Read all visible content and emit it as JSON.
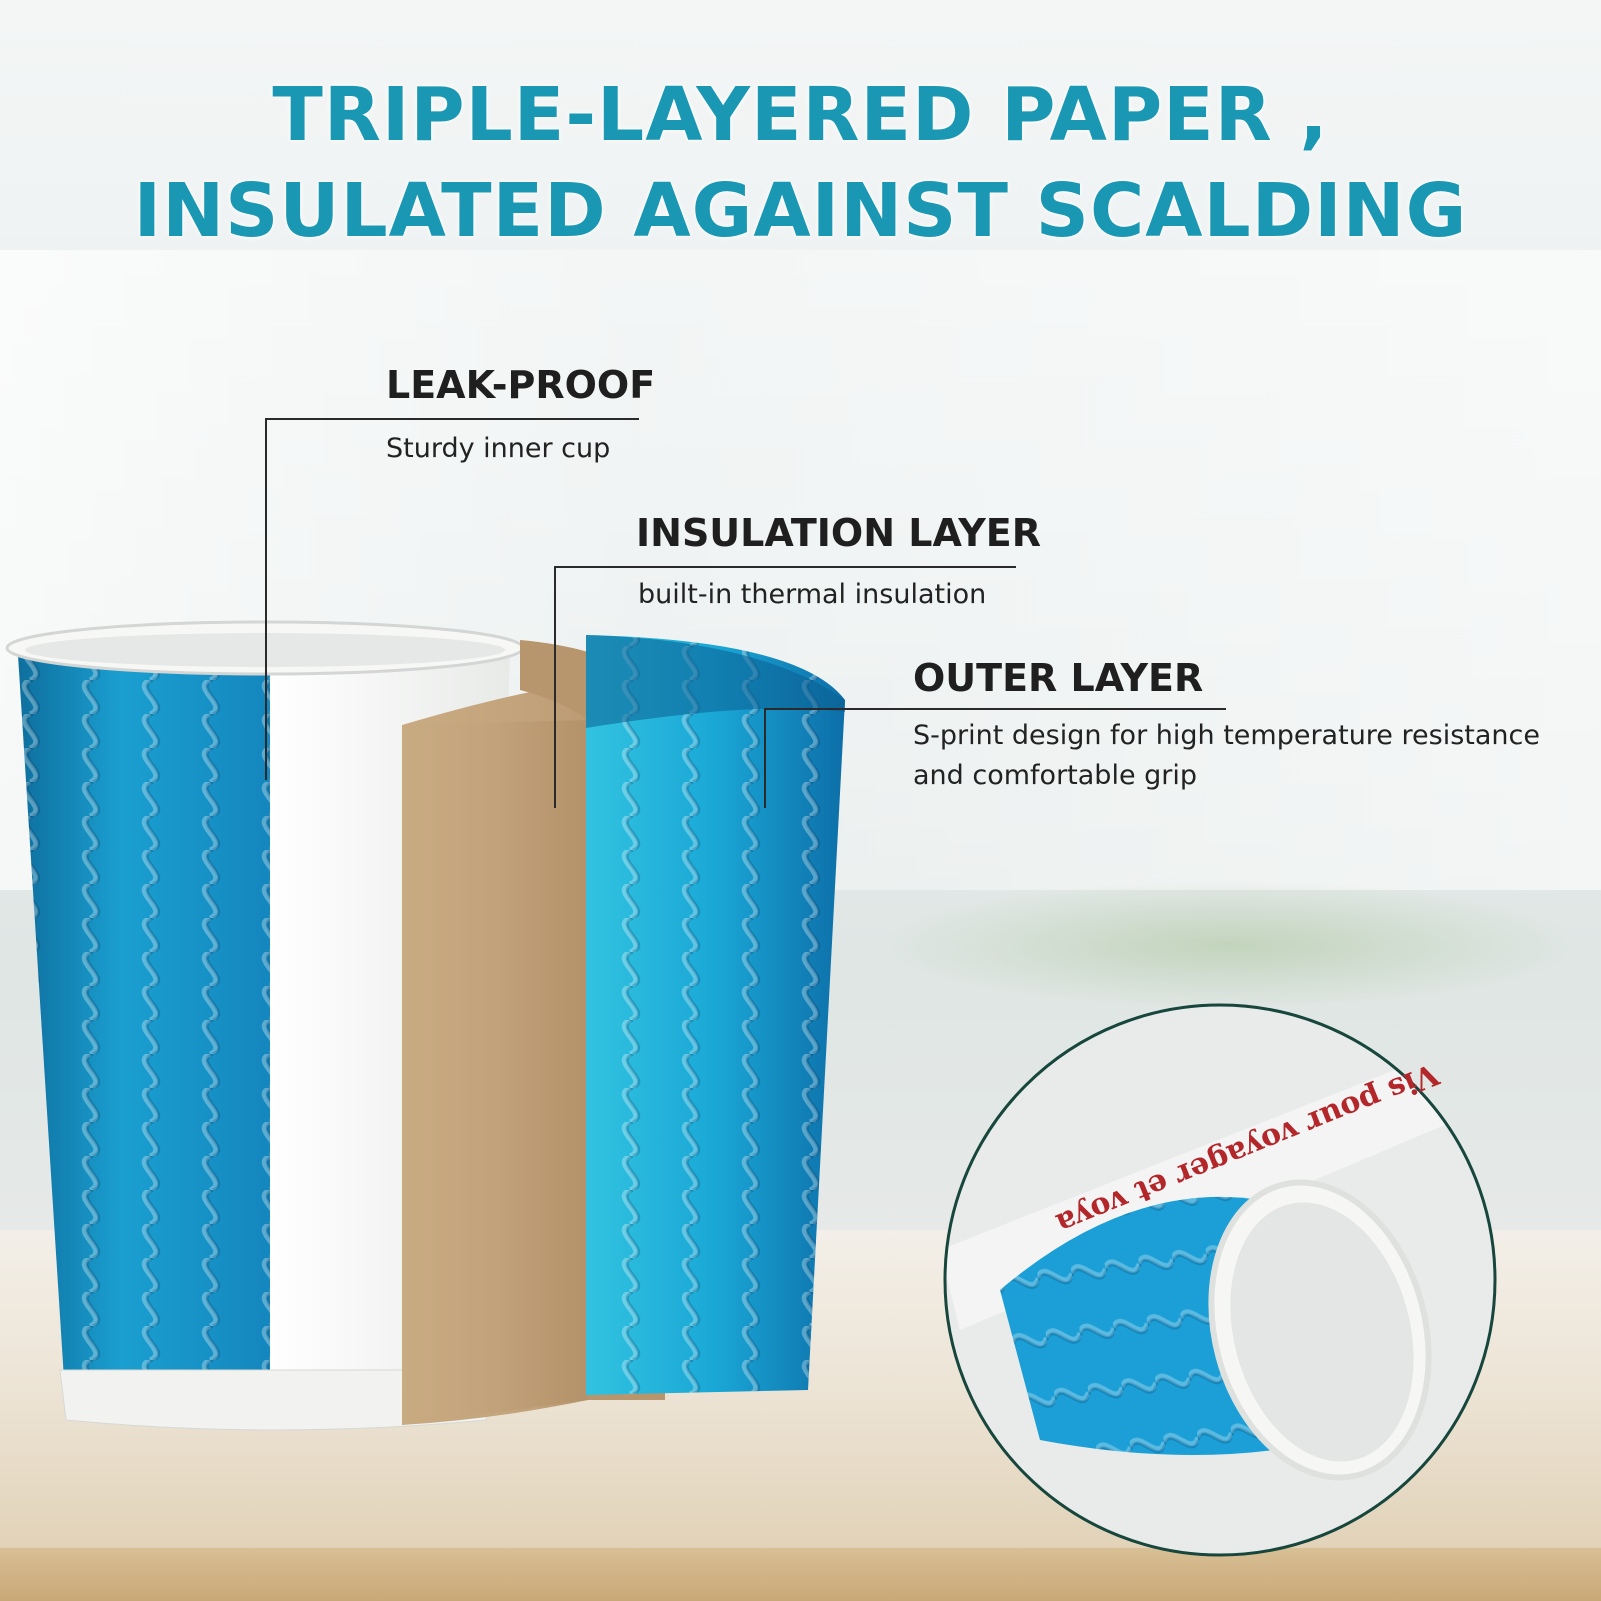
{
  "headline": {
    "line1": "TRIPLE-LAYERED PAPER ,",
    "line2": "INSULATED AGAINST SCALDING"
  },
  "callouts": [
    {
      "title": "LEAK-PROOF",
      "description": "Sturdy inner cup"
    },
    {
      "title": "INSULATION LAYER",
      "description": "built-in thermal insulation"
    },
    {
      "title": "OUTER LAYER",
      "description_line1": "S-print design for high temperature resistance",
      "description_line2": "and comfortable grip"
    }
  ],
  "detail_inset": {
    "printed_text": "Vis pour voyager et voya"
  },
  "colors": {
    "headline": "#1a97b3",
    "outer_layer_blue": "#1593c6",
    "kraft_layer": "#c4a47c",
    "inner_cup": "#f5f6f4"
  }
}
